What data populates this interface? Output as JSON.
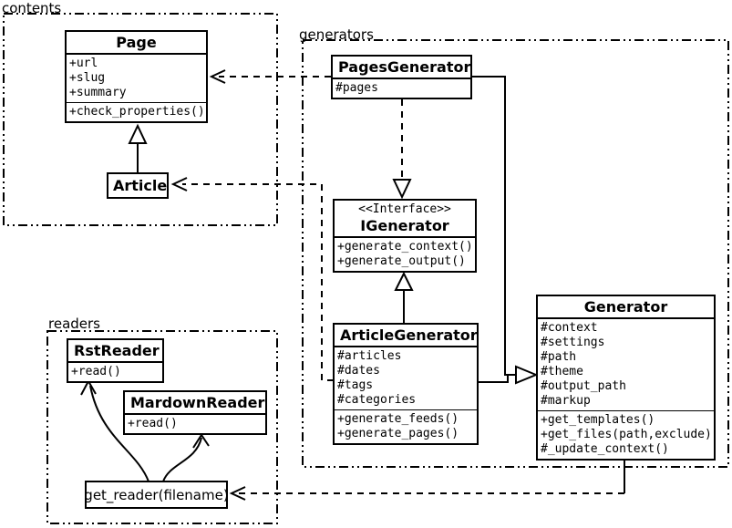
{
  "colors": {
    "background": "#ffffff",
    "line": "#000000",
    "box_fill": "#ffffff"
  },
  "packages": {
    "contents": {
      "label": "contents"
    },
    "generators": {
      "label": "generators"
    },
    "readers": {
      "label": "readers"
    }
  },
  "classes": {
    "page": {
      "title": "Page",
      "attributes": [
        "+url",
        "+slug",
        "+summary"
      ],
      "methods": [
        "+check_properties()"
      ]
    },
    "article": {
      "title": "Article"
    },
    "pages_generator": {
      "title": "PagesGenerator",
      "attributes": [
        "#pages"
      ]
    },
    "igenerator": {
      "stereotype": "<<Interface>>",
      "title": "IGenerator",
      "methods": [
        "+generate_context()",
        "+generate_output()"
      ]
    },
    "article_generator": {
      "title": "ArticleGenerator",
      "attributes": [
        "#articles",
        "#dates",
        "#tags",
        "#categories"
      ],
      "methods": [
        "+generate_feeds()",
        "+generate_pages()"
      ]
    },
    "generator": {
      "title": "Generator",
      "attributes": [
        "#context",
        "#settings",
        "#path",
        "#theme",
        "#output_path",
        "#markup"
      ],
      "methods": [
        "+get_templates()",
        "+get_files(path,exclude)",
        "#_update_context()"
      ]
    },
    "rst_reader": {
      "title": "RstReader",
      "methods": [
        "+read()"
      ]
    },
    "mardown_reader": {
      "title": "MardownReader",
      "methods": [
        "+read()"
      ]
    },
    "get_reader": {
      "title": "get_reader(filename)"
    }
  }
}
